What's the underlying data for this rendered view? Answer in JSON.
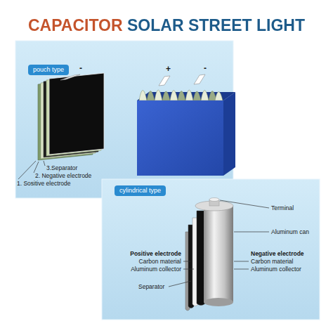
{
  "diagram": {
    "title": "CAPACITOR SOLAR STREET LIGHT",
    "nodes": [
      {
        "text": [
          "pouch type"
        ]
      },
      {
        "text": [
          "cylindrical type"
        ]
      }
    ],
    "labels": [
      "-",
      "+",
      "-",
      "3.Separator",
      "2. Negative electrode",
      "1. Sositive electrode",
      "Terminal",
      "Aluminum can",
      "Positive electrode",
      "Carbon material",
      "Aluminum collector",
      "Negative electrode",
      "Carbon material",
      "Aluminum collector",
      "Separator"
    ]
  }
}
